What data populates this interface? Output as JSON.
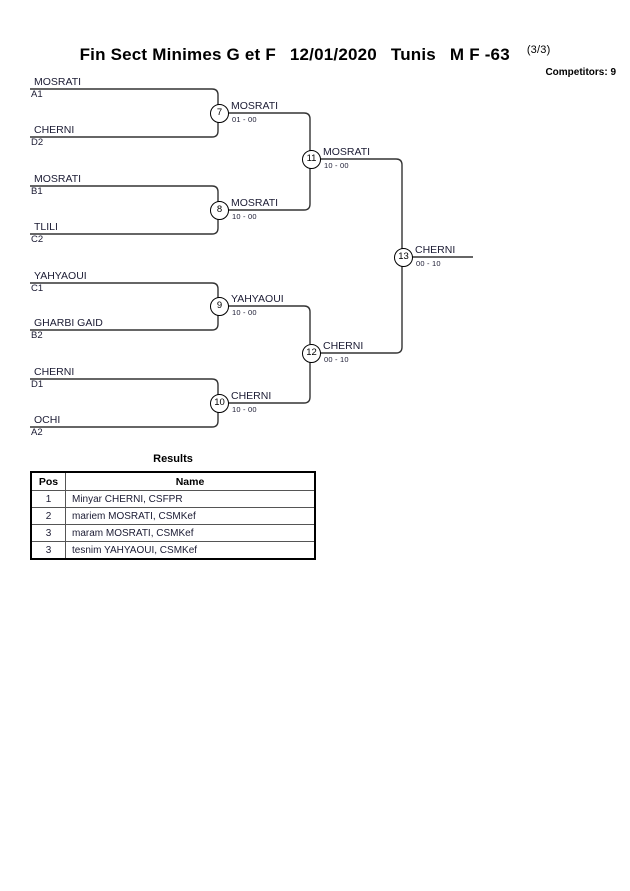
{
  "header": {
    "event_name": "Fin Sect Minimes G et F",
    "date": "12/01/2020",
    "location": "Tunis",
    "category": "M F -63",
    "page_mark": "(3/3)",
    "competitors": "Competitors: 9"
  },
  "bracket": {
    "round1": [
      {
        "id": "r1m7",
        "match_no": "7",
        "top": {
          "name": "MOSRATI",
          "seed": "A1"
        },
        "bottom": {
          "name": "CHERNI",
          "seed": "D2"
        },
        "winner": {
          "name": "MOSRATI",
          "score": "01 - 00"
        }
      },
      {
        "id": "r1m8",
        "match_no": "8",
        "top": {
          "name": "MOSRATI",
          "seed": "B1"
        },
        "bottom": {
          "name": "TLILI",
          "seed": "C2"
        },
        "winner": {
          "name": "MOSRATI",
          "score": "10 - 00"
        }
      },
      {
        "id": "r1m9",
        "match_no": "9",
        "top": {
          "name": "YAHYAOUI",
          "seed": "C1"
        },
        "bottom": {
          "name": "GHARBI GAID",
          "seed": "B2"
        },
        "winner": {
          "name": "YAHYAOUI",
          "score": "10 - 00"
        }
      },
      {
        "id": "r1m10",
        "match_no": "10",
        "top": {
          "name": "CHERNI",
          "seed": "D1"
        },
        "bottom": {
          "name": "OCHI",
          "seed": "A2"
        },
        "winner": {
          "name": "CHERNI",
          "score": "10 - 00"
        }
      }
    ],
    "round2": [
      {
        "id": "r2m11",
        "match_no": "11",
        "winner": {
          "name": "MOSRATI",
          "score": "10 - 00"
        }
      },
      {
        "id": "r2m12",
        "match_no": "12",
        "winner": {
          "name": "CHERNI",
          "score": "00 - 10"
        }
      }
    ],
    "final": {
      "id": "fm13",
      "match_no": "13",
      "winner": {
        "name": "CHERNI",
        "score": "00 - 10"
      }
    }
  },
  "results": {
    "title": "Results",
    "columns": [
      "Pos",
      "Name"
    ],
    "rows": [
      {
        "pos": "1",
        "name": "Minyar CHERNI, CSFPR"
      },
      {
        "pos": "2",
        "name": "mariem MOSRATI, CSMKef"
      },
      {
        "pos": "3",
        "name": "maram MOSRATI, CSMKef"
      },
      {
        "pos": "3",
        "name": "tesnim YAHYAOUI, CSMKef"
      }
    ]
  },
  "colors": {
    "line": "#333333",
    "text": "#1b1b33",
    "heading": "#000000"
  }
}
